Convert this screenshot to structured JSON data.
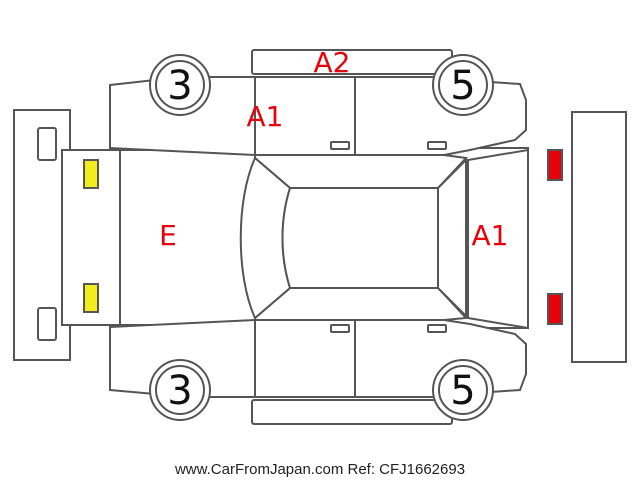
{
  "tires": {
    "front_left": "3",
    "front_right": "3",
    "rear_left": "5",
    "rear_right": "5"
  },
  "damage_marks": {
    "roof_top": "A2",
    "left_side": "A1",
    "hood": "E",
    "rear": "A1"
  },
  "lights": {
    "front_color": "#f2ec1c",
    "rear_color": "#e8000b"
  },
  "colors": {
    "damage_text": "#e8000b",
    "outline": "#555555"
  },
  "footer": {
    "text": "www.CarFromJapan.com Ref: CFJ1662693"
  }
}
